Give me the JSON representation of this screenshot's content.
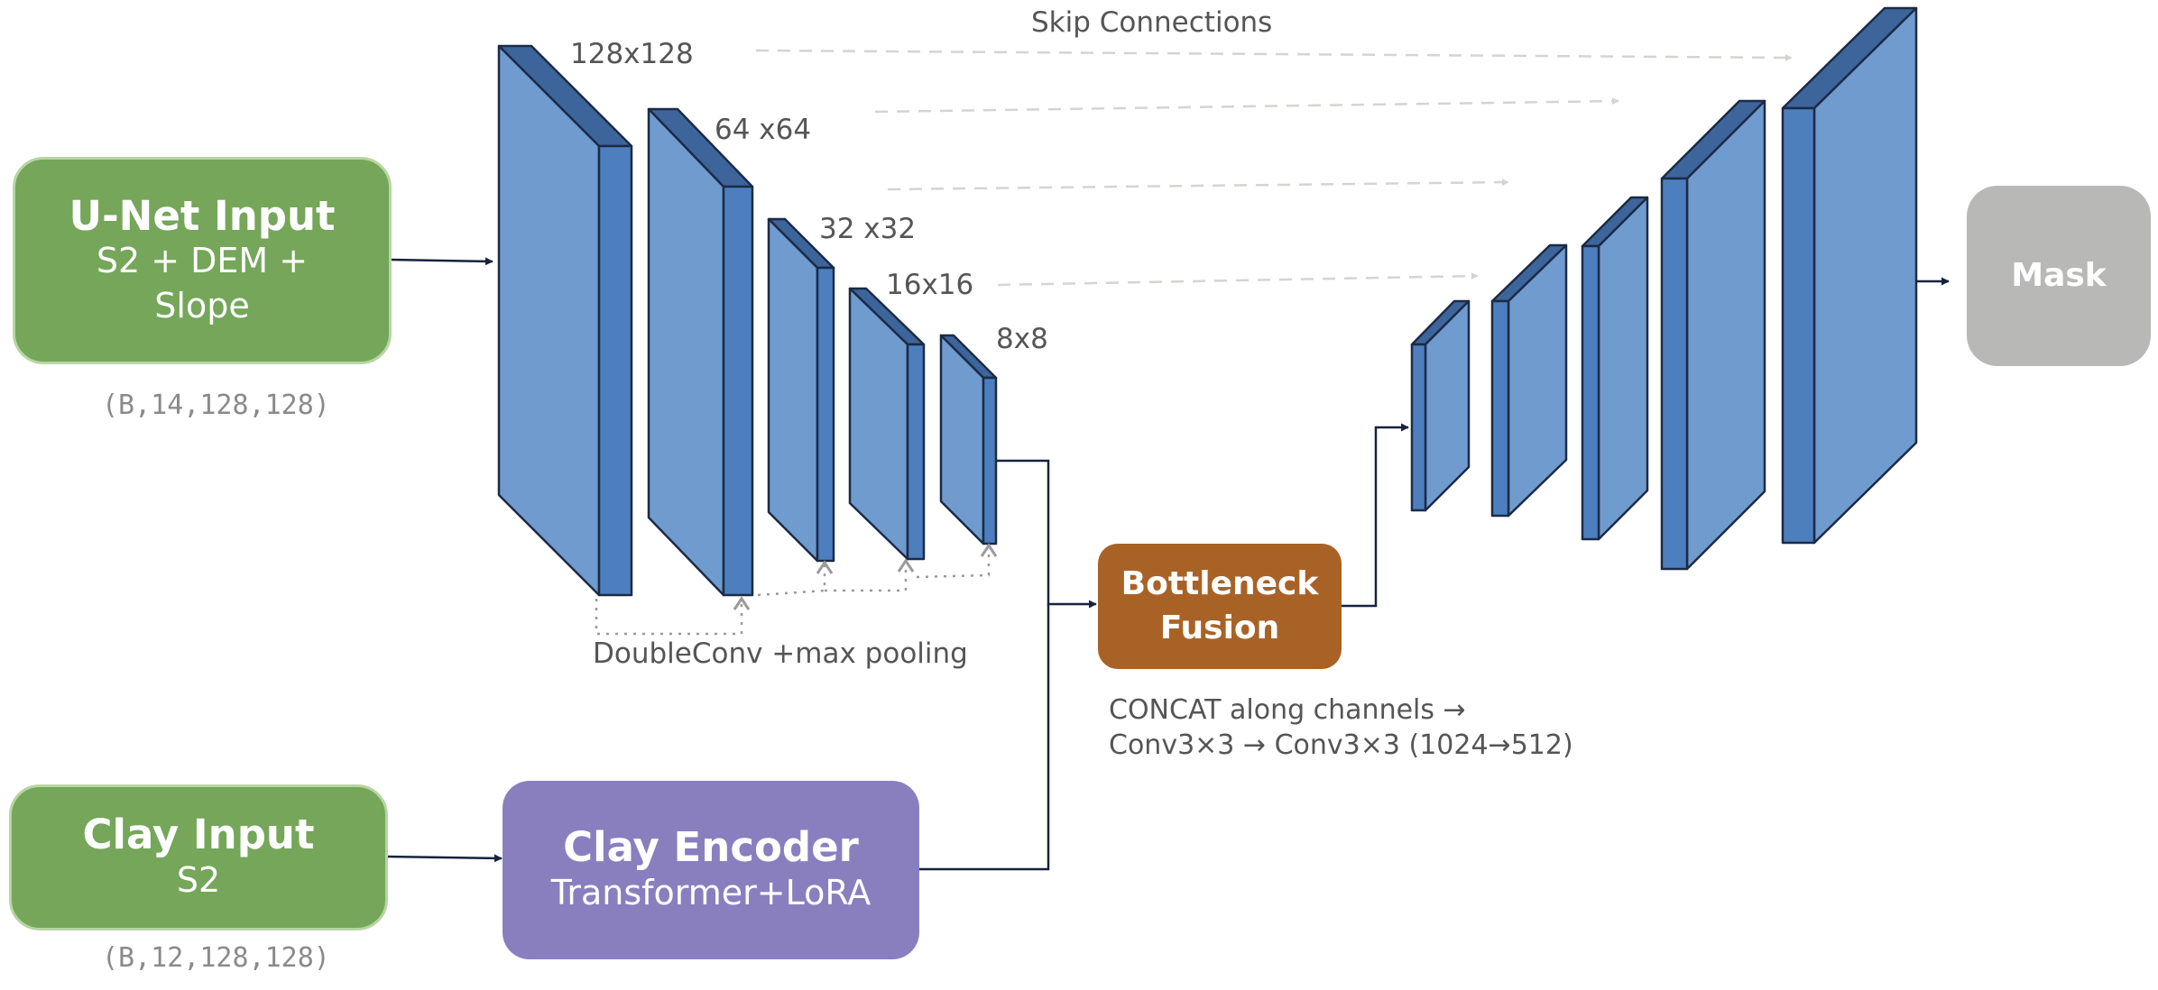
{
  "unet_input": {
    "title": "U-Net Input",
    "subtitle_line1": "S2 + DEM +",
    "subtitle_line2": "Slope",
    "shape": "(B,14,128,128)"
  },
  "clay_input": {
    "title": "Clay Input",
    "subtitle": "S2",
    "shape": "(B,12,128,128)"
  },
  "clay_encoder": {
    "title": "Clay Encoder",
    "subtitle": "Transformer+LoRA"
  },
  "bottleneck": {
    "line1": "Bottleneck",
    "line2": "Fusion",
    "note_line1": "CONCAT along channels →",
    "note_line2": "Conv3×3 → Conv3×3 (1024→512)"
  },
  "mask": {
    "label": "Mask"
  },
  "encoder_labels": {
    "l128": "128x128",
    "l64": "64 x64",
    "l32": "32 x32",
    "l16": "16x16",
    "l8": "8x8"
  },
  "doubleconv_label": "DoubleConv +max pooling",
  "skip_label": "Skip Connections",
  "colors": {
    "block_front": "#709bcf",
    "block_side": "#4d7fbf",
    "block_top": "#3d659c",
    "outline": "#1c2b45",
    "green": "#75a65a",
    "purple": "#897fbf",
    "orange": "#a96226",
    "gray": "#b8b8b6",
    "skip_arrow": "#d3d5d0"
  }
}
